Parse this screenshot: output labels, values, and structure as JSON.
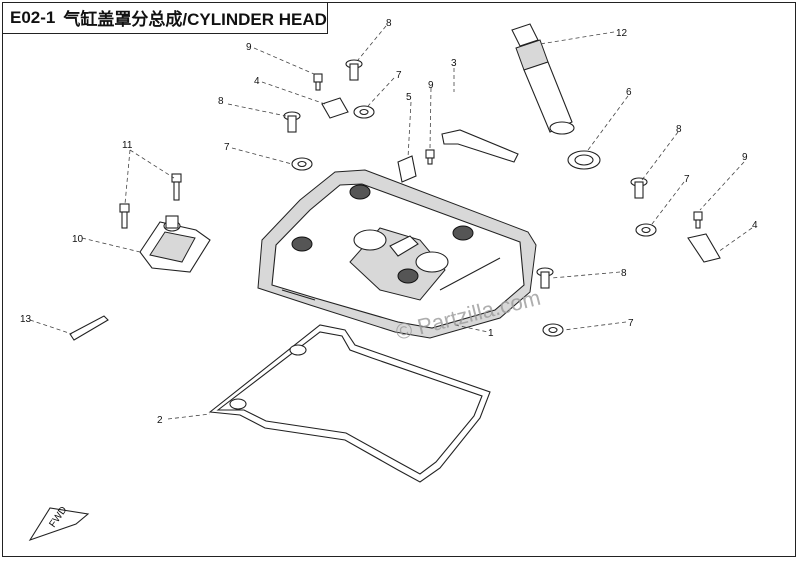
{
  "header": {
    "code": "E02-1",
    "title": "气缸盖罩分总成/CYLINDER HEAD COVER"
  },
  "callouts": [
    "1",
    "2",
    "3",
    "4",
    "4",
    "5",
    "6",
    "7",
    "7",
    "7",
    "7",
    "8",
    "8",
    "8",
    "8",
    "9",
    "9",
    "9",
    "10",
    "11",
    "12",
    "13"
  ],
  "watermark": "© Partzilla.com",
  "fwd_label": "FWD"
}
